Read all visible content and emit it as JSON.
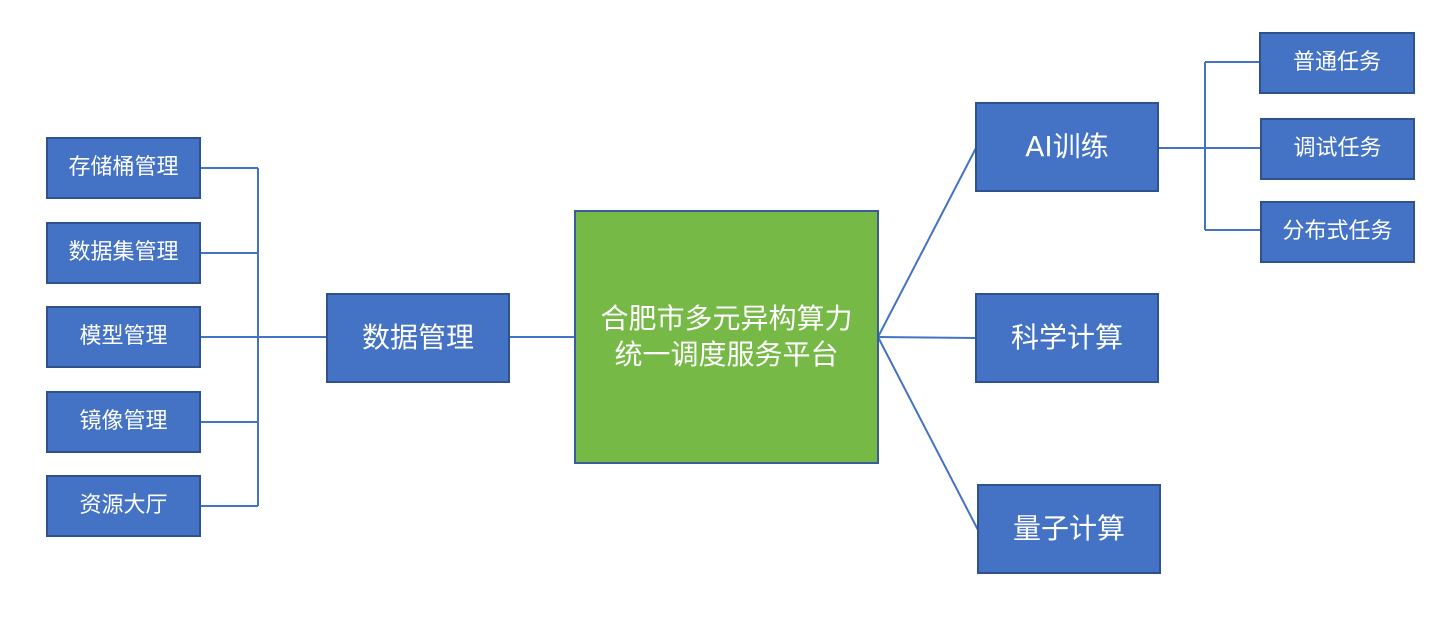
{
  "diagram": {
    "center": {
      "line1": "合肥市多元异构算力",
      "line2": "统一调度服务平台"
    },
    "left_branch": {
      "label": "数据管理",
      "children": [
        "存储桶管理",
        "数据集管理",
        "模型管理",
        "镜像管理",
        "资源大厅"
      ]
    },
    "right_branches": [
      {
        "label": "AI训练",
        "children": [
          "普通任务",
          "调试任务",
          "分布式任务"
        ]
      },
      {
        "label": "科学计算",
        "children": []
      },
      {
        "label": "量子计算",
        "children": []
      }
    ],
    "colors": {
      "node_fill": "#4472c4",
      "node_border": "#2f528f",
      "center_fill": "#76b947",
      "connector": "#4472c4",
      "text": "#ffffff"
    }
  }
}
